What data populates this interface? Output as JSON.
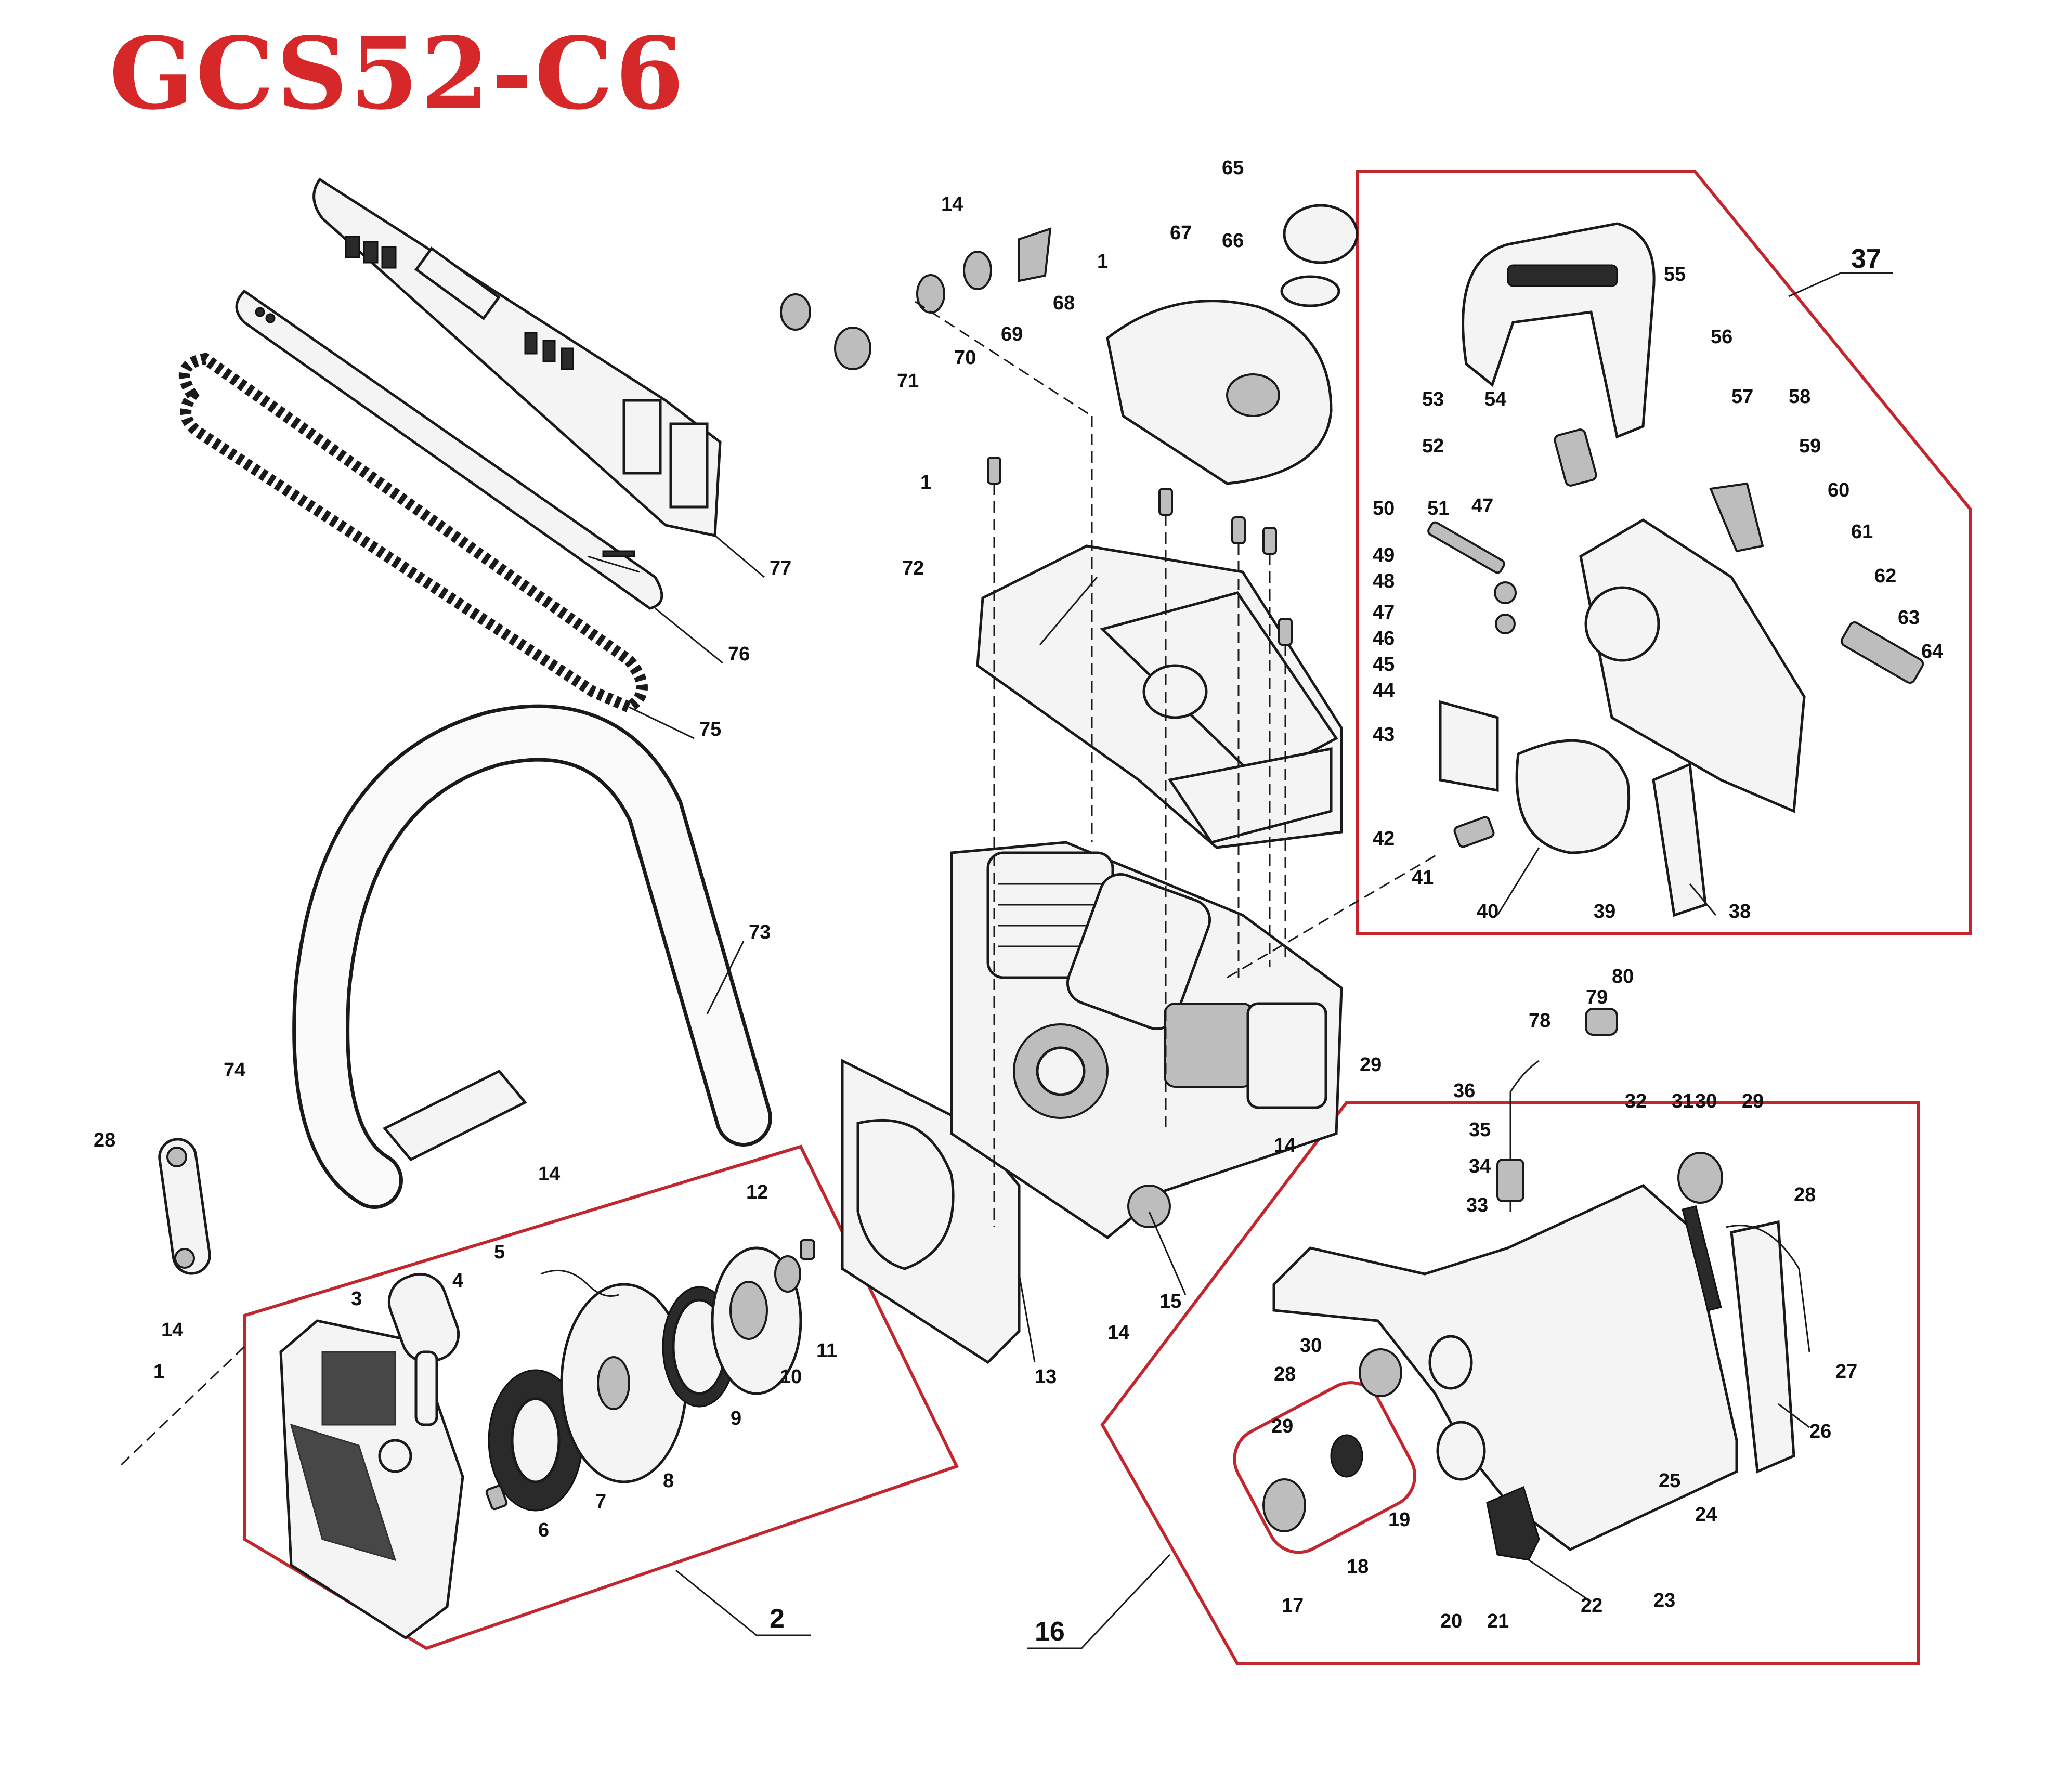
{
  "title": "GCS52-C6",
  "groups": [
    "2",
    "16",
    "37"
  ],
  "parts": [
    "1",
    "3",
    "4",
    "5",
    "6",
    "7",
    "8",
    "9",
    "10",
    "11",
    "12",
    "13",
    "14",
    "15",
    "17",
    "18",
    "19",
    "20",
    "21",
    "22",
    "23",
    "24",
    "25",
    "26",
    "27",
    "28",
    "29",
    "30",
    "31",
    "32",
    "33",
    "34",
    "35",
    "36",
    "38",
    "39",
    "40",
    "41",
    "42",
    "43",
    "44",
    "45",
    "46",
    "47",
    "48",
    "49",
    "50",
    "51",
    "52",
    "53",
    "54",
    "55",
    "56",
    "57",
    "58",
    "59",
    "60",
    "61",
    "62",
    "63",
    "64",
    "65",
    "66",
    "67",
    "68",
    "69",
    "70",
    "71",
    "72",
    "73",
    "74",
    "75",
    "76",
    "77",
    "78",
    "79",
    "80"
  ],
  "colors": {
    "title": "#d62828",
    "group_box": "#c4262e",
    "line": "#1a1a1a"
  }
}
